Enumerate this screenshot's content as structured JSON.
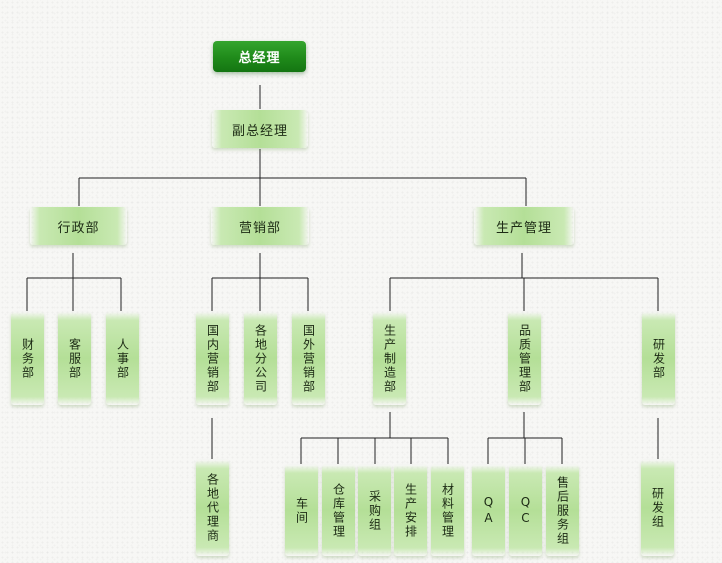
{
  "nodes": {
    "ceo": "总经理",
    "vp": "副总经理",
    "admin": "行政部",
    "sales": "营销部",
    "production": "生产管理",
    "finance": "财务部",
    "service": "客服部",
    "hr": "人事部",
    "domestic_sales": "国内营销部",
    "branches": "各地分公司",
    "foreign_sales": "国外营销部",
    "regional_agents": "各地代理商",
    "manufacturing": "生产制造部",
    "quality": "品质管理部",
    "rnd_dept": "研发部",
    "workshop": "车间",
    "warehouse": "仓库管理",
    "purchasing": "采购组",
    "scheduling": "生产安排",
    "materials": "材料管理",
    "qa": "QA",
    "qc": "QC",
    "after_sales": "售后服务组",
    "rnd_group": "研发组"
  },
  "colors": {
    "top_node": "#1f8a1a",
    "node": "#b4df97",
    "line": "#222222"
  }
}
